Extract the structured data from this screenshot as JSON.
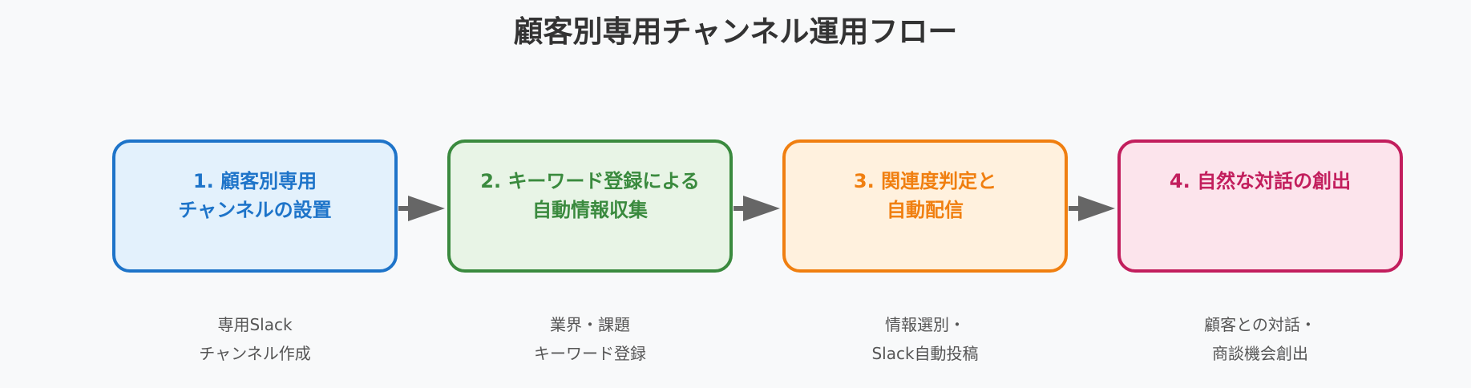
{
  "title": "顧客別専用チャンネル運用フロー",
  "steps": [
    {
      "title": "1. 顧客別専用\nチャンネルの設置",
      "description": "専用Slack\nチャンネル作成",
      "border_color": "#1e74c9",
      "fill_color": "#e3f1fc",
      "text_color": "#1e74c9"
    },
    {
      "title": "2. キーワード登録による\n自動情報収集",
      "description": "業界・課題\nキーワード登録",
      "border_color": "#3a8a3e",
      "fill_color": "#e8f4e6",
      "text_color": "#3a8a3e"
    },
    {
      "title": "3. 関連度判定と\n自動配信",
      "description": "情報選別・\nSlack自動投稿",
      "border_color": "#f07f10",
      "fill_color": "#fff1de",
      "text_color": "#f07f10"
    },
    {
      "title": "4. 自然な対話の創出",
      "description": "顧客との対話・\n商談機会創出",
      "border_color": "#c21e5d",
      "fill_color": "#fce4ec",
      "text_color": "#c21e5d"
    }
  ],
  "arrow_color": "#666666"
}
